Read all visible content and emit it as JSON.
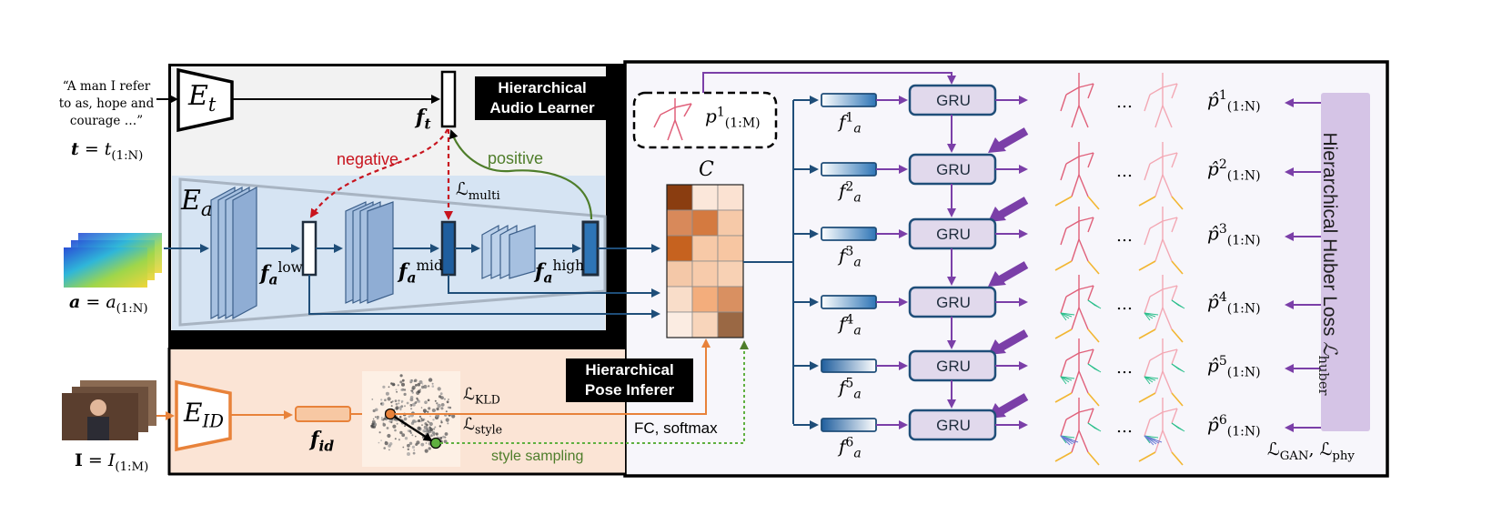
{
  "text_input": {
    "quote": [
      "“A man I refer",
      "to as, hope and",
      "courage …”"
    ],
    "var_base": "t",
    "var_rhs": "t",
    "var_sub": "(1:N)"
  },
  "audio_input": {
    "var_base": "a",
    "var_rhs": "a",
    "var_sub": "(1:N)"
  },
  "image_input": {
    "var_base": "I",
    "var_rhs": "I",
    "var_sub": "(1:M)"
  },
  "audio_learner": {
    "title_line1": "Hierarchical",
    "title_line2": "Audio Learner",
    "text_encoder": {
      "base": "E",
      "sub": "t"
    },
    "audio_encoder": {
      "base": "E",
      "sub": "a"
    },
    "ft": {
      "base": "f",
      "sub": "t"
    },
    "f_low": {
      "base": "f",
      "sub": "a",
      "sup": "low"
    },
    "f_mid": {
      "base": "f",
      "sub": "a",
      "sup": "mid"
    },
    "f_high": {
      "base": "f",
      "sub": "a",
      "sup": "high"
    },
    "negative_label": "negative",
    "positive_label": "positive",
    "loss_multi": {
      "base": "ℒ",
      "sub": "multi"
    }
  },
  "pose_inferer": {
    "title_line1": "Hierarchical",
    "title_line2": "Pose Inferer",
    "id_encoder": {
      "base": "E",
      "sub": "ID"
    },
    "f_id": {
      "base": "f",
      "sub": "id"
    },
    "loss_kld": {
      "base": "ℒ",
      "sub": "KLD"
    },
    "loss_style": {
      "base": "ℒ",
      "sub": "style"
    },
    "style_sampling": "style sampling",
    "fc_softmax": "FC, softmax"
  },
  "matrix": {
    "label": "C",
    "cells": [
      [
        "#8a3d10",
        "#fbe7da",
        "#fbe2d2"
      ],
      [
        "#d8895a",
        "#d47a40",
        "#f6c9a8"
      ],
      [
        "#c6621f",
        "#f7c9a7",
        "#f7c6a2"
      ],
      [
        "#f4c8a8",
        "#f7cbab",
        "#f8d1b4"
      ],
      [
        "#f9ddc9",
        "#f3ad7c",
        "#d99061"
      ],
      [
        "#fbece2",
        "#f8d5bb",
        "#9a6844"
      ]
    ]
  },
  "reference_pose": {
    "base": "p",
    "sup": "1",
    "sub": "(1:M)"
  },
  "decoder": {
    "gru_label": "GRU",
    "feature_base": "f",
    "feature_sub": "a",
    "levels": [
      "1",
      "2",
      "3",
      "4",
      "5",
      "6"
    ],
    "ellipsis": "…",
    "output_base": "p̂",
    "output_sub": "(1:N)",
    "huber_label": "Hierarchical Huber Loss",
    "huber_symbol": "ℒ",
    "huber_sub": "huber",
    "gan_phy": {
      "l1": "ℒ",
      "s1": "GAN",
      "sep": ", ",
      "l2": "ℒ",
      "s2": "phy"
    }
  },
  "colors": {
    "audio_orange": "#e8823a",
    "purple": "#7b3fa8",
    "navy": "#1f4e79",
    "green": "#4e7d2a",
    "red": "#c8141e",
    "gru_fill": "#e1d9ec",
    "huber_fill": "#d5c4e6"
  }
}
